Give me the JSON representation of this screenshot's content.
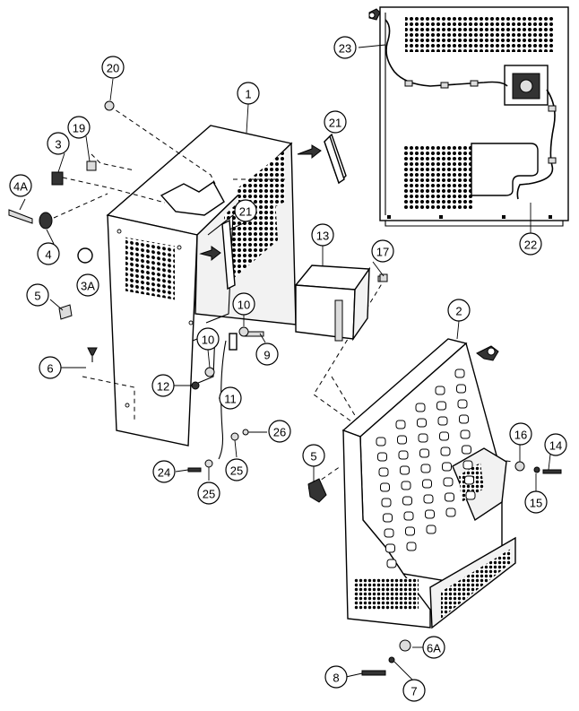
{
  "callouts": [
    {
      "id": "c1",
      "label": "1"
    },
    {
      "id": "c2",
      "label": "2"
    },
    {
      "id": "c3",
      "label": "3"
    },
    {
      "id": "c3a",
      "label": "3A"
    },
    {
      "id": "c4",
      "label": "4"
    },
    {
      "id": "c4a",
      "label": "4A"
    },
    {
      "id": "c5a",
      "label": "5"
    },
    {
      "id": "c5b",
      "label": "5"
    },
    {
      "id": "c6",
      "label": "6"
    },
    {
      "id": "c6a",
      "label": "6A"
    },
    {
      "id": "c7",
      "label": "7"
    },
    {
      "id": "c8",
      "label": "8"
    },
    {
      "id": "c9",
      "label": "9"
    },
    {
      "id": "c10a",
      "label": "10"
    },
    {
      "id": "c10b",
      "label": "10"
    },
    {
      "id": "c11",
      "label": "11"
    },
    {
      "id": "c12",
      "label": "12"
    },
    {
      "id": "c13",
      "label": "13"
    },
    {
      "id": "c14",
      "label": "14"
    },
    {
      "id": "c15",
      "label": "15"
    },
    {
      "id": "c16",
      "label": "16"
    },
    {
      "id": "c17",
      "label": "17"
    },
    {
      "id": "c19",
      "label": "19"
    },
    {
      "id": "c20",
      "label": "20"
    },
    {
      "id": "c21a",
      "label": "21"
    },
    {
      "id": "c21b",
      "label": "21"
    },
    {
      "id": "c22",
      "label": "22"
    },
    {
      "id": "c23",
      "label": "23"
    },
    {
      "id": "c24",
      "label": "24"
    },
    {
      "id": "c25a",
      "label": "25"
    },
    {
      "id": "c25b",
      "label": "25"
    },
    {
      "id": "c26",
      "label": "26"
    }
  ]
}
